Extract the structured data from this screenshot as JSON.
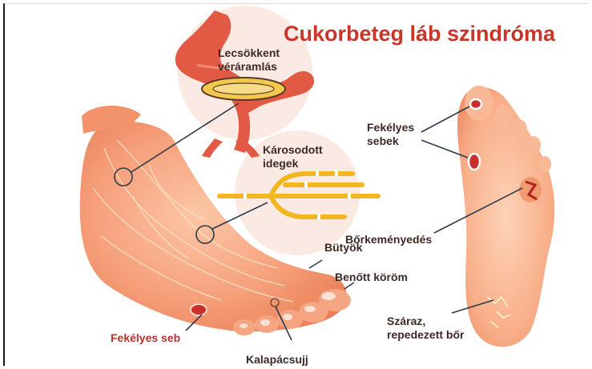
{
  "title": "Cukorbeteg láb szindróma",
  "labels": {
    "reduced_blood_flow": "Lecsökkent\nvéráramlás",
    "damaged_nerves": "Károsodott\nidegek",
    "ulcers_sole": "Fekélyes\nsebek",
    "callus": "Bőrkeményedés",
    "bunions": "Bütyök",
    "ingrown_nail": "Benőtt köröm",
    "dry_cracked_skin": "Száraz,\nrepedezett bőr",
    "ulcer_foot": "Fekélyes seb",
    "hammer_toe": "Kalapácsujj"
  },
  "colors": {
    "title": "#c8362a",
    "skin": "#f6a07c",
    "skin_dark": "#e8764f",
    "artery": "#e0553f",
    "nerve": "#f4be2a",
    "pointer": "#2f3a4a"
  }
}
